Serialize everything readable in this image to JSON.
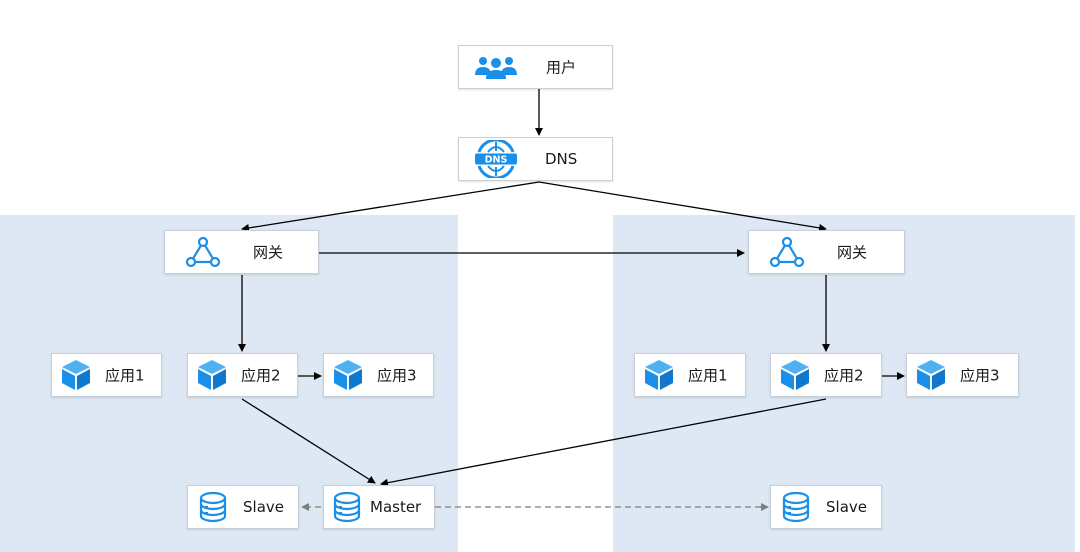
{
  "colors": {
    "icon_blue": "#1a8fea",
    "zone_bg": "#dde8f4",
    "line": "#000000",
    "dashed_line": "#7f7f7f"
  },
  "top": {
    "user": {
      "label": "用户",
      "icon": "users-icon"
    },
    "dns": {
      "label": "DNS",
      "icon": "dns-globe-icon"
    }
  },
  "left": {
    "gateway": {
      "label": "网关",
      "icon": "gateway-triangle-icon"
    },
    "app1": {
      "label": "应用1",
      "icon": "cube-icon"
    },
    "app2": {
      "label": "应用2",
      "icon": "cube-icon"
    },
    "app3": {
      "label": "应用3",
      "icon": "cube-icon"
    },
    "slave": {
      "label": "Slave",
      "icon": "database-icon"
    },
    "master": {
      "label": "Master",
      "icon": "database-icon"
    }
  },
  "right": {
    "gateway": {
      "label": "网关",
      "icon": "gateway-triangle-icon"
    },
    "app1": {
      "label": "应用1",
      "icon": "cube-icon"
    },
    "app2": {
      "label": "应用2",
      "icon": "cube-icon"
    },
    "app3": {
      "label": "应用3",
      "icon": "cube-icon"
    },
    "slave": {
      "label": "Slave",
      "icon": "database-icon"
    }
  }
}
